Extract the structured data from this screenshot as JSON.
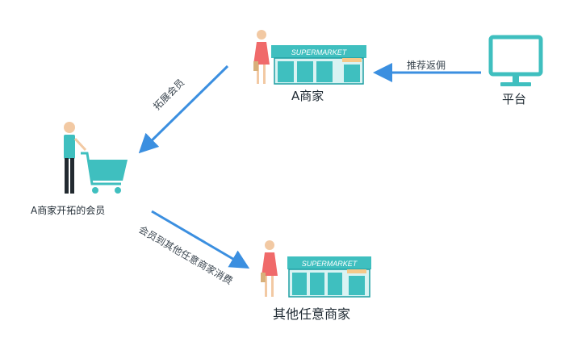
{
  "colors": {
    "accent": "#3b8fe0",
    "teal": "#3fbfbf",
    "teal_dark": "#1e9fa3",
    "awning": "#f5c98a",
    "shopper_dress": "#f06a6a",
    "skin": "#f2c9a3"
  },
  "nodes": {
    "merchant_a": {
      "label": "A商家",
      "sign": "SUPERMARKET"
    },
    "platform": {
      "label": "平台"
    },
    "member": {
      "label": "A商家开拓的会员"
    },
    "other_merchant": {
      "label": "其他任意商家",
      "sign": "SUPERMARKET"
    }
  },
  "edges": {
    "platform_to_a": "推荐返佣",
    "a_to_member": "拓展会员",
    "member_to_other": "会员到其他任意商家消费"
  },
  "icons": [
    "monitor-icon",
    "store-icon",
    "shopper-icon",
    "shopping-cart-icon"
  ]
}
